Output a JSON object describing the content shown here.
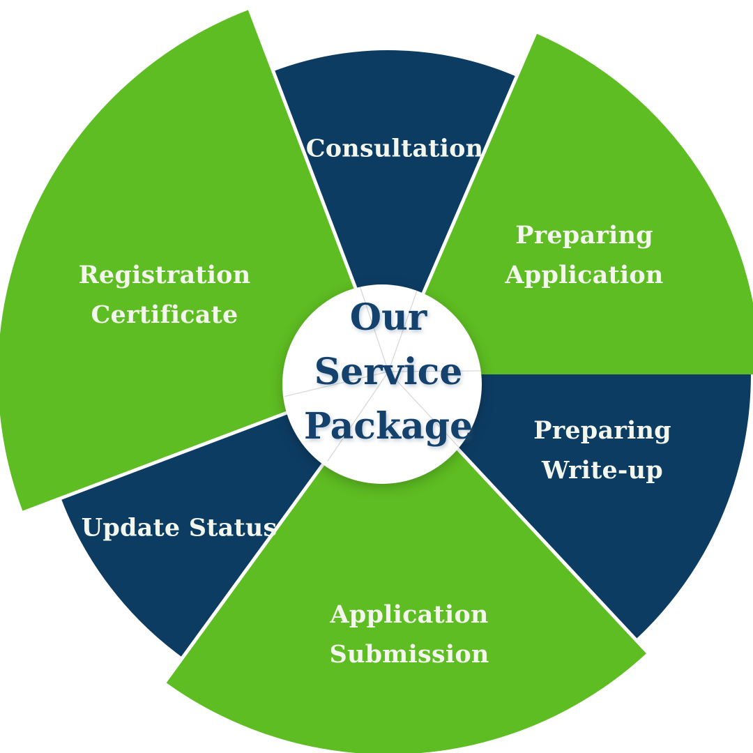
{
  "title": {
    "lines": [
      "Our",
      "Service",
      "Package"
    ]
  },
  "segments": [
    {
      "name": "consultation",
      "color": "navy",
      "label_lines": [
        "Consultation"
      ]
    },
    {
      "name": "preparing-application",
      "color": "green",
      "label_lines": [
        "Preparing",
        "Application"
      ]
    },
    {
      "name": "preparing-write-up",
      "color": "navy",
      "label_lines": [
        "Preparing",
        "Write-up"
      ]
    },
    {
      "name": "application-submission",
      "color": "green",
      "label_lines": [
        "Application",
        "Submission"
      ]
    },
    {
      "name": "update-status",
      "color": "navy",
      "label_lines": [
        "Update Status"
      ]
    },
    {
      "name": "registration-certificate",
      "color": "green",
      "label_lines": [
        "Registration",
        "Certificate"
      ]
    }
  ],
  "colors": {
    "navy": "#0d3c63",
    "green": "#5ebd22",
    "label_text": "#f2f6ec",
    "title_text": "#14426c",
    "background": "#ffffff",
    "divider": "#ffffff"
  }
}
